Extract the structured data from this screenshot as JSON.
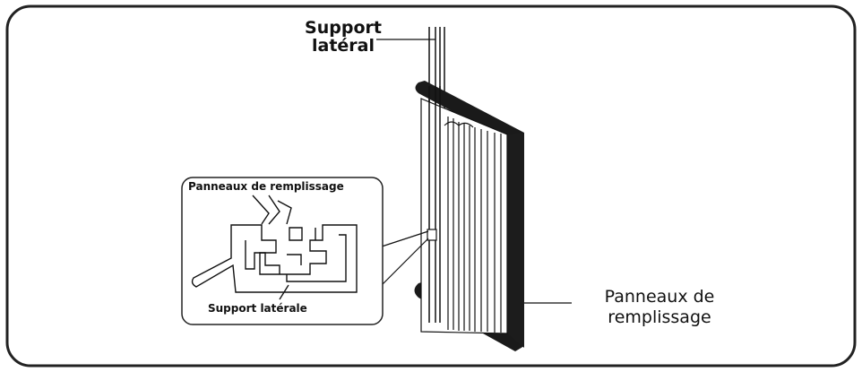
{
  "labels": {
    "side_support_line1": "Support",
    "side_support_line2": "latéral",
    "fill_panels_line1": "Panneaux de",
    "fill_panels_line2": "remplissage",
    "inset_top": "Panneaux de remplissage",
    "inset_bottom": "Support latérale"
  },
  "colors": {
    "stroke": "#111111",
    "frame": "#222222",
    "background": "#ffffff"
  }
}
